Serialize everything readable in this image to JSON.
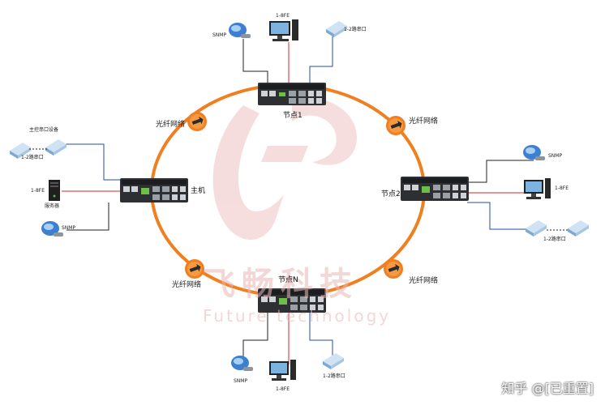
{
  "labels": {
    "fiber": "光纤网络",
    "node1": "节点1",
    "node2": "节点2",
    "nodeN": "节点N",
    "host": "主机",
    "fe": "1-8FE",
    "serial": "1-2路串口",
    "snmp": "SNMP",
    "host_serial_device": "主控串口设备",
    "server": "服务器"
  },
  "watermark": {
    "cn": "飞畅科技",
    "en": "Future technology"
  },
  "credit": "知乎 @[已重置]",
  "colors": {
    "ring": "#f07f1f",
    "red_line": "#d7262b",
    "blue_line": "#1f4fa3",
    "black_line": "#222222",
    "watermark": "#e5a8a8"
  }
}
